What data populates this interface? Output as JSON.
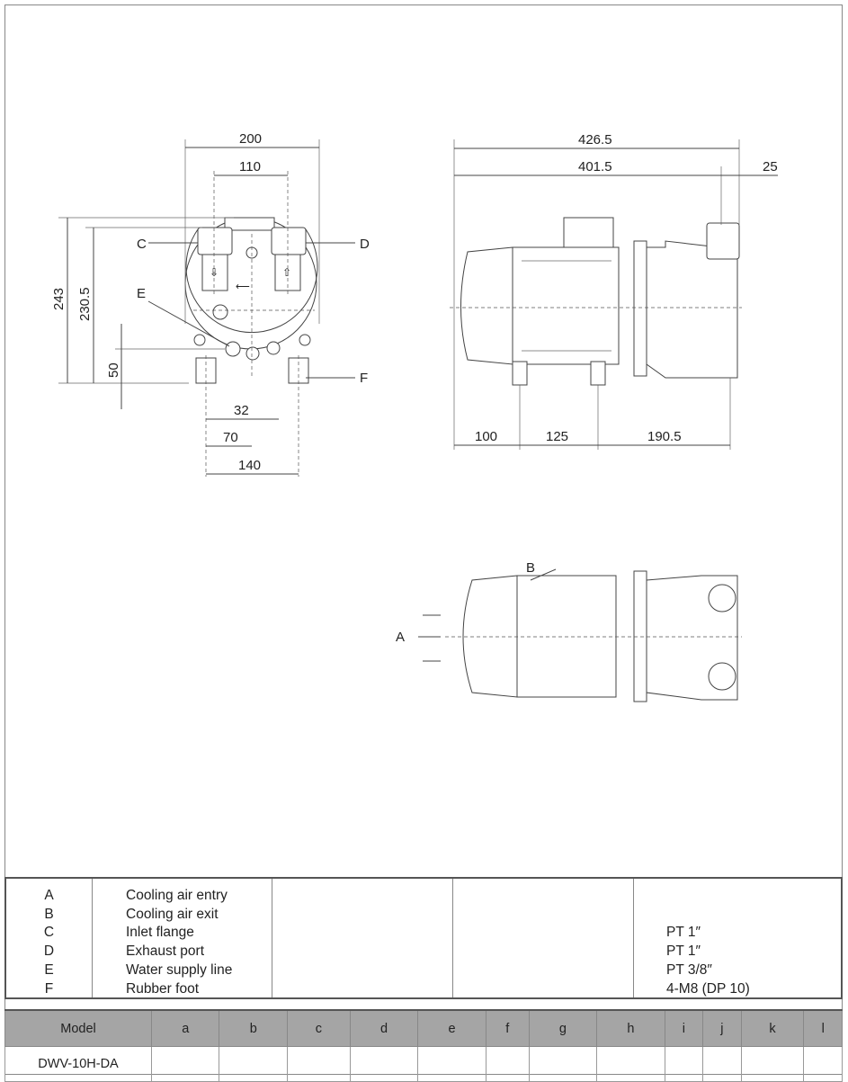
{
  "front_view": {
    "dims": {
      "w200": "200",
      "w110": "110",
      "h243": "243",
      "h230": "230.5",
      "h50": "50",
      "w32": "32",
      "w70": "70",
      "w140": "140"
    },
    "labels": {
      "C": "C",
      "D": "D",
      "E": "E",
      "F": "F"
    }
  },
  "side_view": {
    "dims": {
      "l426": "426.5",
      "l401": "401.5",
      "l25": "25",
      "l100": "100",
      "l125": "125",
      "l190": "190.5"
    }
  },
  "top_view": {
    "labels": {
      "A": "A",
      "B": "B"
    }
  },
  "legend": {
    "items": [
      {
        "key": "A",
        "desc": "Cooling air entry",
        "spec": ""
      },
      {
        "key": "B",
        "desc": "Cooling air exit",
        "spec": ""
      },
      {
        "key": "C",
        "desc": "Inlet flange",
        "spec": "PT 1″"
      },
      {
        "key": "D",
        "desc": "Exhaust port",
        "spec": "PT 1″"
      },
      {
        "key": "E",
        "desc": "Water supply line",
        "spec": "PT 3/8″"
      },
      {
        "key": "F",
        "desc": "Rubber foot",
        "spec": "4-M8 (DP 10)"
      }
    ]
  },
  "table": {
    "headers": [
      "Model",
      "a",
      "b",
      "c",
      "d",
      "e",
      "f",
      "g",
      "h",
      "i",
      "j",
      "k",
      "l"
    ],
    "rows": [
      [
        "DWV-10H-DA",
        "",
        "",
        "",
        "",
        "",
        "",
        "",
        "",
        "",
        "",
        "",
        ""
      ]
    ]
  }
}
